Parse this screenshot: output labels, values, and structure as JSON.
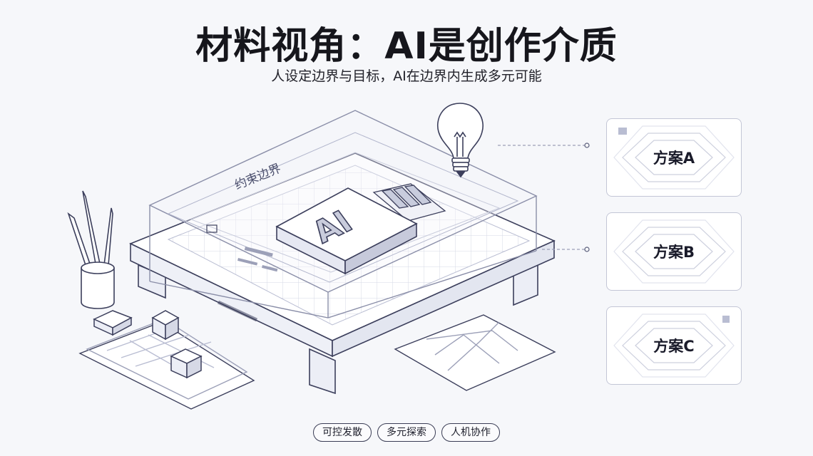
{
  "title": "材料视角：AI是创作介质",
  "subtitle": "人设定边界与目标，AI在边界内生成多元可能",
  "scene": {
    "boundary_label": "约束边界",
    "ai_block_label": "AI",
    "lightbulb_icon": "lightbulb-icon"
  },
  "options": [
    {
      "label": "方案A"
    },
    {
      "label": "方案B"
    },
    {
      "label": "方案C"
    }
  ],
  "tags": [
    "可控发散",
    "多元探索",
    "人机协作"
  ],
  "colors": {
    "line": "#3c3f5c",
    "light_line": "#b9bdd2",
    "text_dark": "#16161c"
  }
}
